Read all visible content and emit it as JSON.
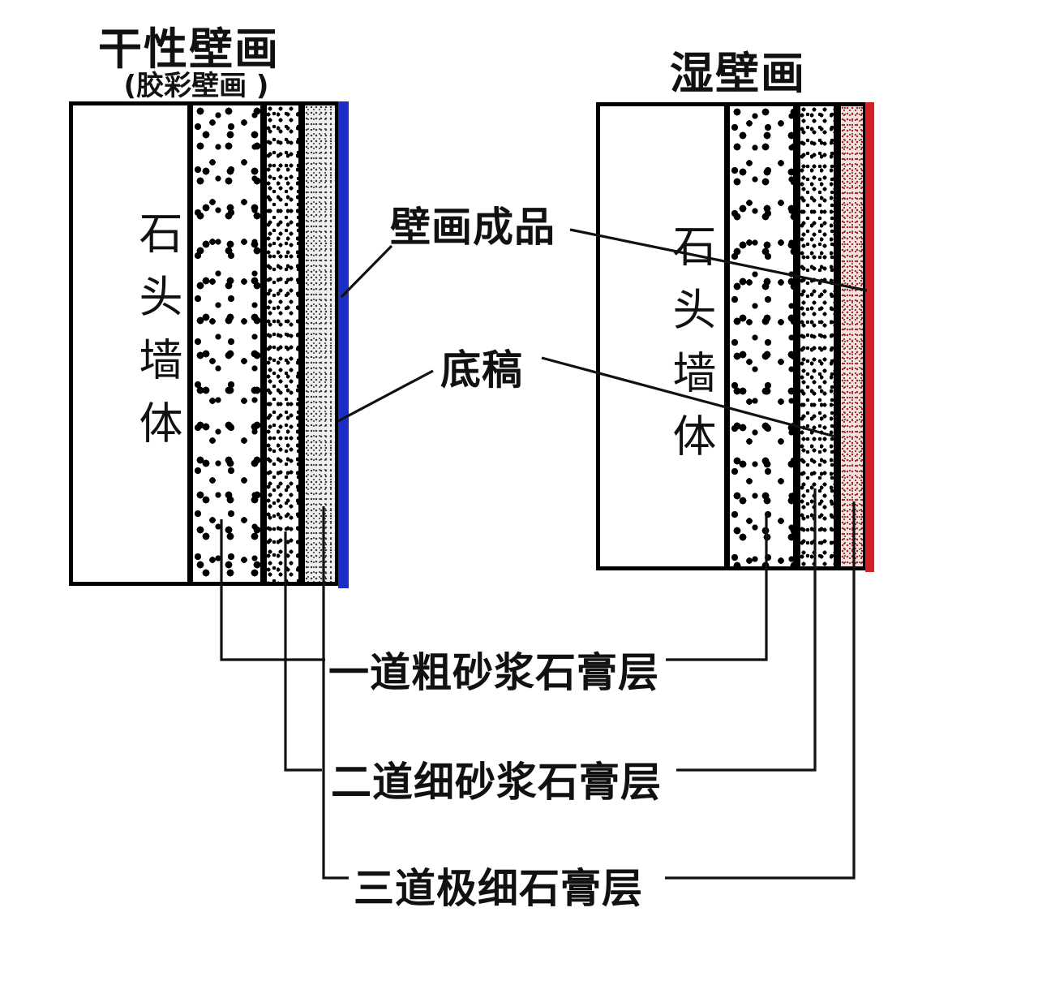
{
  "left_diagram": {
    "title": "干性壁画",
    "subtitle": "(胶彩壁画 )",
    "wall_label": "石头墙体"
  },
  "right_diagram": {
    "title": "湿壁画",
    "wall_label": "石头墙体"
  },
  "labels": {
    "finished_mural": "壁画成品",
    "sketch": "底稿",
    "coarse_layer": "一道粗砂浆石膏层",
    "fine_layer": "二道细砂浆石膏层",
    "extra_fine_layer": "三道极细石膏层"
  },
  "colors": {
    "dry_surface": "#1b2fc4",
    "wet_surface": "#d12028",
    "line": "#111111"
  }
}
